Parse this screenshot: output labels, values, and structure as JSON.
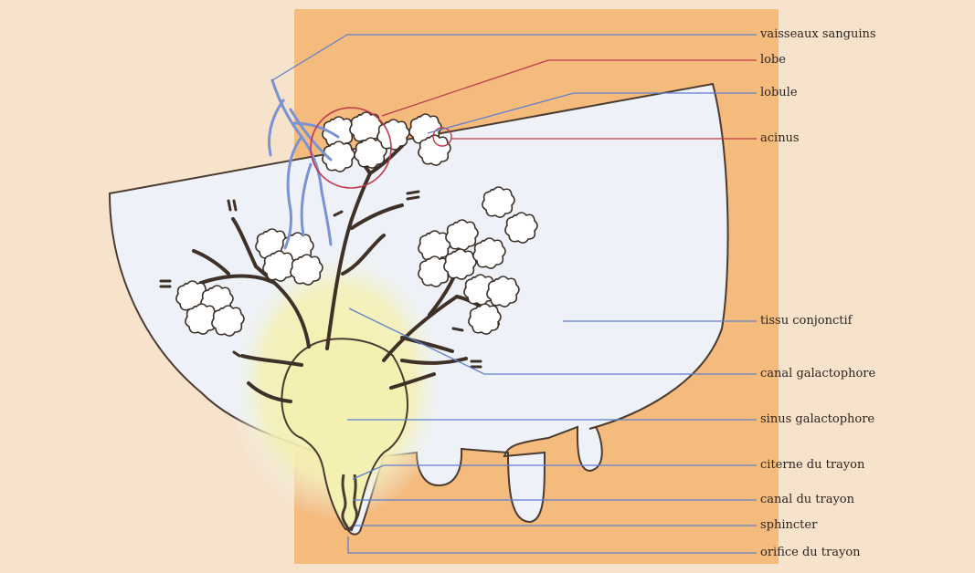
{
  "diagram": {
    "labels": {
      "vaisseaux": "vaisseaux sanguins",
      "lobe": "lobe",
      "lobule": "lobule",
      "acinus": "acinus",
      "tissu": "tissu conjonctif",
      "canal_galacto": "canal galactophore",
      "sinus": "sinus galactophore",
      "citerne": "citerne du trayon",
      "canal_trayon": "canal du trayon",
      "sphincter": "sphincter",
      "orifice": "orifice du trayon"
    },
    "colors": {
      "page_background": "#f6dfc4",
      "orange_band": "#f4b878",
      "udder_fill": "#eef2f8",
      "sinus_fill": "#f4f2b8",
      "outline": "#4a3b30",
      "vessel_blue": "#7a92d6",
      "leader_blue": "#5f7fd0",
      "leader_red": "#c0394a"
    }
  }
}
